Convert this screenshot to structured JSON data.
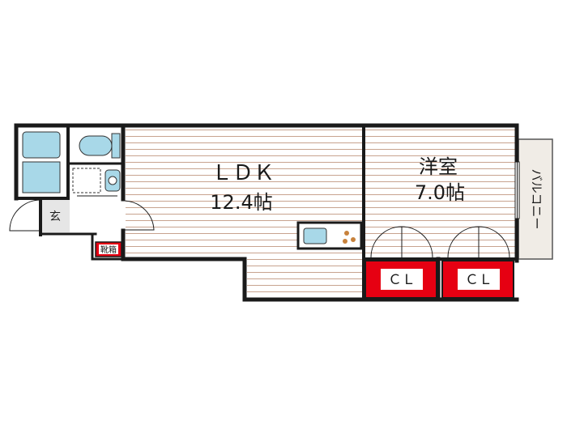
{
  "rooms": {
    "ldk": {
      "name": "ＬＤＫ",
      "size": "12.4帖"
    },
    "western": {
      "name": "洋室",
      "size": "7.0帖"
    }
  },
  "closets": {
    "left": "ＣＬ",
    "right": "ＣＬ"
  },
  "balcony": "バルコニー",
  "entrance": "玄",
  "shoe_box": "靴箱",
  "colors": {
    "wall": "#1a1a1a",
    "closet_fill": "#e60012",
    "floor_stripe": "#c8a38f",
    "fixture_blue": "#a8d8e8",
    "balcony_fill": "#f0ece6",
    "entrance_fill": "#e6e6e6"
  }
}
